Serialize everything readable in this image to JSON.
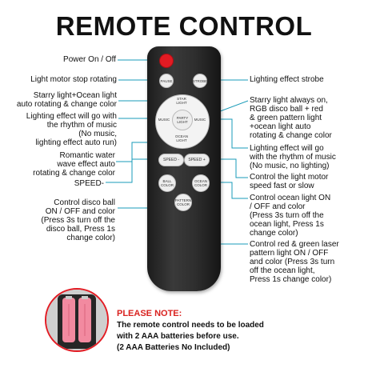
{
  "title": "REMOTE CONTROL",
  "left_labels": [
    "Power On / Off",
    "Light motor stop rotating",
    "Starry light+Ocean light\nauto rotating & change color",
    "Lighting effect will go with\nthe rhythm of music\n(No music,\nlighting effect auto run)",
    "Romantic water\nwave effect auto\nrotating & change color",
    "SPEED-",
    "Control disco ball\nON / OFF and color\n(Press 3s turn off the\ndisco ball, Press 1s\nchange color)"
  ],
  "right_labels": [
    "Lighting effect strobe",
    "Starry light always on,\nRGB disco ball + red\n& green pattern light\n+ocean light auto\nrotating & change color",
    "Lighting effect will go\nwith the rhythm of music\n(No music, no lighting)",
    "Control the light motor\nspeed fast or slow",
    "Control ocean light ON\n/ OFF and color\n(Press 3s turn off the\nocean light, Press 1s\nchange color)",
    "Control red & green laser\npattern light  ON / OFF\nand color (Press 3s turn\noff the ocean light,\nPress 1s change color)"
  ],
  "buttons": {
    "pause": "PAUSE",
    "strobe": "STROBE",
    "star_light": "STAR\nLIGHT",
    "music_left": "MUSIC",
    "party_light": "PARTY\nLIGHT",
    "music_right": "MUSIC",
    "ocean_light": "OCEAN\nLIGHT",
    "speed_minus": "SPEED -",
    "speed_plus": "SPEED +",
    "ball_color": "BALL\nCOLOR",
    "ocean_color": "OCEAN\nCOLOR",
    "pattern_color": "PATTERN\nCOLOR"
  },
  "note": {
    "heading": "PLEASE NOTE:",
    "lines": [
      "The remote control needs to be loaded",
      "with 2 AAA batteries before use.",
      "(2 AAA Batteries No Included)"
    ]
  },
  "colors": {
    "leader": "#1a9bb8",
    "accent": "#e31b23",
    "remote": "#2a2a2a",
    "battery": "#f28aa0"
  }
}
